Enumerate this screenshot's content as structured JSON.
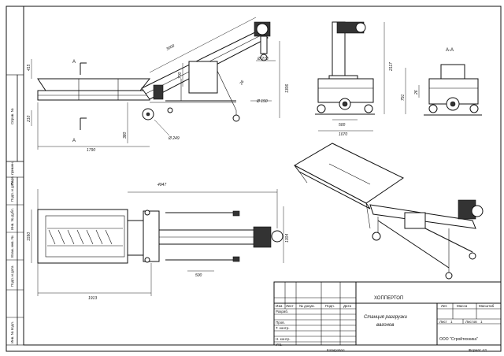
{
  "sheet": {
    "side_strip": [
      "Справ. №",
      "Перв. примен.",
      "Подп. и дата",
      "Инв. № дубл.",
      "Взам. инв. №",
      "Подп. и дата",
      "Инв. № подл."
    ],
    "footer_copy": "Копировал",
    "footer_format": "Формат A3"
  },
  "views": {
    "side": {
      "section_mark": "А",
      "dim_3000": "3000",
      "dim_415": "415",
      "dim_210": "210",
      "dim_380": "380",
      "dim_700": "700",
      "dim_1790": "1790",
      "dim_1306": "1306",
      "dim_d273": "Ø 273",
      "dim_d150": "Ø 150",
      "dim_d249": "Ø 249",
      "dim_26": "26"
    },
    "front": {
      "dim_2117": "2117",
      "dim_500": "500",
      "dim_1070": "1070"
    },
    "section": {
      "title": "А-А",
      "dim_791": "791",
      "dim_26": "26"
    },
    "plan": {
      "dim_4947": "4947",
      "dim_1590": "1590",
      "dim_1304": "1304",
      "dim_500": "500",
      "dim_1913": "1913"
    }
  },
  "title_block": {
    "product": "ХОППЕРТОП",
    "name_line1": "Станция разгрузки",
    "name_line2": "вагонов",
    "company": "ООО \"Стройтехника\"",
    "rows_left": [
      "Разраб.",
      "Пров.",
      "Т. контр.",
      "",
      "Н. контр.",
      "Утв."
    ],
    "header": {
      "izm": "Изм.",
      "list": "Лист",
      "doc": "№ докум.",
      "sign": "Подп.",
      "date": "Дата"
    },
    "lit": "Лит.",
    "mass": "Масса",
    "scale": "Масштаб",
    "sheet_label": "Лист",
    "sheet_no": "1",
    "sheets_label": "Листов",
    "sheets_no": "1"
  }
}
